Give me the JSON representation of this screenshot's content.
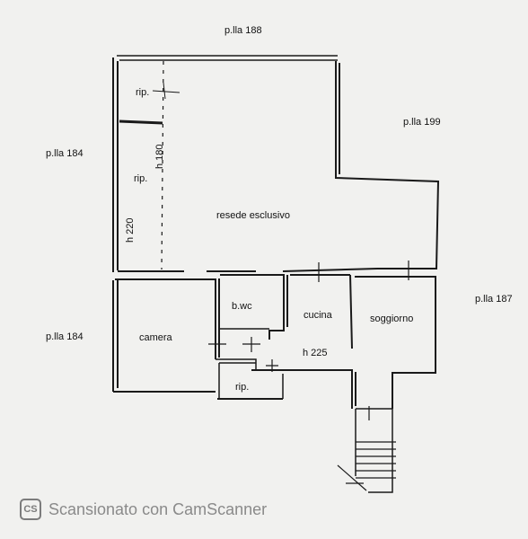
{
  "parcels": {
    "top": "p.lla 188",
    "right_top": "p.lla 199",
    "left_top": "p.lla 184",
    "left_bottom": "p.lla 184",
    "right_bottom": "p.lla 187"
  },
  "rooms": {
    "rip_top": "rip.",
    "rip_mid": "rip.",
    "h_220": "h 220",
    "h_180": "h 180",
    "resede": "resede esclusivo",
    "bwc": "b.wc",
    "cucina": "cucina",
    "soggiorno": "soggiorno",
    "camera": "camera",
    "h_225": "h 225",
    "rip_bottom": "rip."
  },
  "footer": {
    "icon": "CS",
    "text": "Scansionato con CamScanner"
  }
}
